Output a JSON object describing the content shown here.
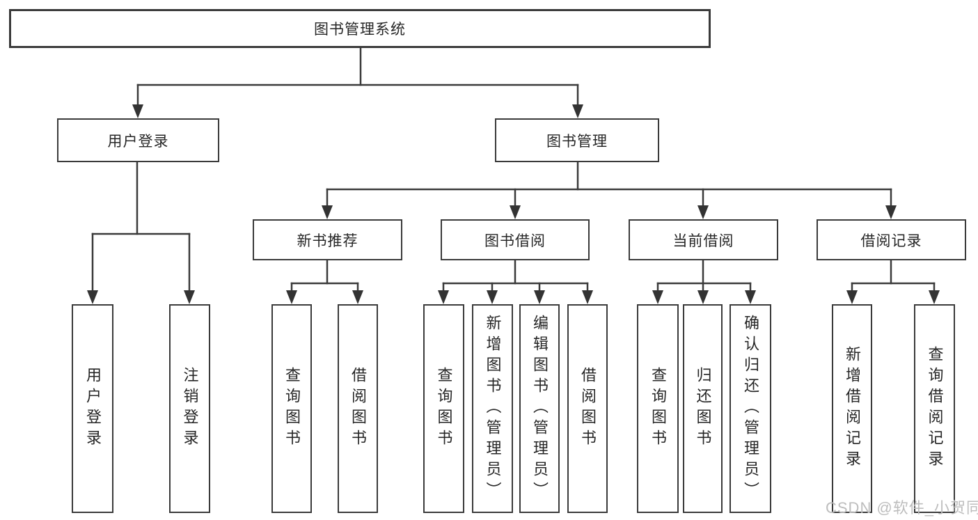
{
  "diagram": {
    "type": "hierarchy-tree",
    "root": {
      "label": "图书管理系统"
    },
    "level2": [
      {
        "label": "用户登录"
      },
      {
        "label": "图书管理"
      }
    ],
    "level3": [
      {
        "label": "新书推荐",
        "parent": "图书管理"
      },
      {
        "label": "图书借阅",
        "parent": "图书管理"
      },
      {
        "label": "当前借阅",
        "parent": "图书管理"
      },
      {
        "label": "借阅记录",
        "parent": "图书管理"
      }
    ],
    "leaves": [
      {
        "label": "用户登录",
        "parent": "用户登录"
      },
      {
        "label": "注销登录",
        "parent": "用户登录"
      },
      {
        "label": "查询图书",
        "parent": "新书推荐"
      },
      {
        "label": "借阅图书",
        "parent": "新书推荐"
      },
      {
        "label": "查询图书",
        "parent": "图书借阅"
      },
      {
        "label": "新增图书（管理员）",
        "parent": "图书借阅"
      },
      {
        "label": "编辑图书（管理员）",
        "parent": "图书借阅"
      },
      {
        "label": "借阅图书",
        "parent": "图书借阅"
      },
      {
        "label": "查询图书",
        "parent": "当前借阅"
      },
      {
        "label": "归还图书",
        "parent": "当前借阅"
      },
      {
        "label": "确认归还（管理员）",
        "parent": "当前借阅"
      },
      {
        "label": "新增借阅记录",
        "parent": "借阅记录"
      },
      {
        "label": "查询借阅记录",
        "parent": "借阅记录"
      }
    ],
    "colors": {
      "line": "#3a3a3a",
      "box_border": "#3a3a3a",
      "text": "#262626",
      "watermark": "#bdbdbd",
      "background": "#ffffff"
    }
  },
  "watermark": {
    "text": "CSDN @软件_小贺同学"
  }
}
